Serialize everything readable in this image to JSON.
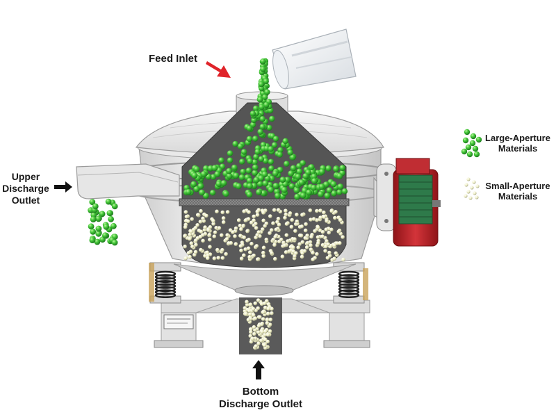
{
  "labels": {
    "feed_inlet": "Feed Inlet",
    "upper_discharge": [
      "Upper",
      "Discharge",
      "Outlet"
    ],
    "bottom_discharge": [
      "Bottom",
      "Discharge Outlet"
    ]
  },
  "legend": {
    "large": {
      "lines": [
        "Large-Aperture",
        "Materials"
      ],
      "color": "#3fbf2f"
    },
    "small": {
      "lines": [
        "Small-Aperture",
        "Materials"
      ],
      "color": "#f2f2c8"
    }
  },
  "colors": {
    "body": "#e6e6e6",
    "cutaway": "#555555",
    "motor": "#c4252a",
    "arrow_red": "#e0242a",
    "arrow_black": "#111111"
  }
}
